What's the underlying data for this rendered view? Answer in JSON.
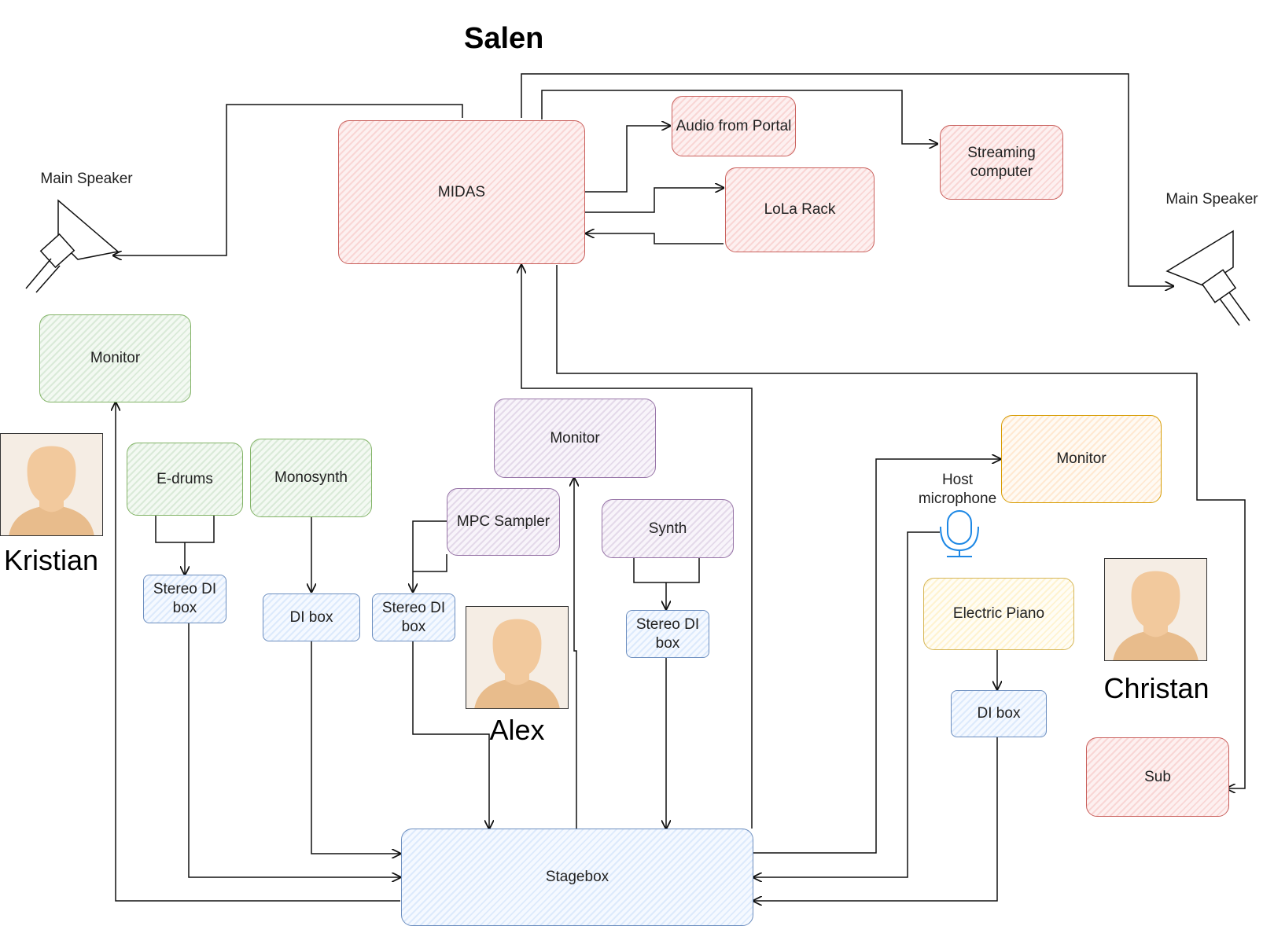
{
  "title": "Salen",
  "nodes": {
    "midas": "MIDAS",
    "audio_portal": "Audio from Portal",
    "lola": "LoLa Rack",
    "streaming": "Streaming computer",
    "monitor_left": "Monitor",
    "monitor_center": "Monitor",
    "monitor_right": "Monitor",
    "edrums": "E-drums",
    "monosynth": "Monosynth",
    "mpc": "MPC Sampler",
    "synth": "Synth",
    "stereo_di_1": "Stereo DI box",
    "di_box_1": "DI box",
    "stereo_di_2": "Stereo DI box",
    "stereo_di_3": "Stereo DI box",
    "electric_piano": "Electric Piano",
    "di_box_2": "DI box",
    "sub": "Sub",
    "stagebox": "Stagebox"
  },
  "labels": {
    "speaker_left": "Main Speaker",
    "speaker_right": "Main Speaker",
    "host_mic": "Host microphone"
  },
  "people": {
    "kristian": "Kristian",
    "alex": "Alex",
    "christan": "Christan"
  },
  "colors": {
    "red": "#b85450",
    "green": "#82b366",
    "purple": "#9673a6",
    "blue": "#6c8ebf",
    "orange": "#d79b00",
    "yellow": "#d6b656",
    "mic": "#1e88e5"
  }
}
